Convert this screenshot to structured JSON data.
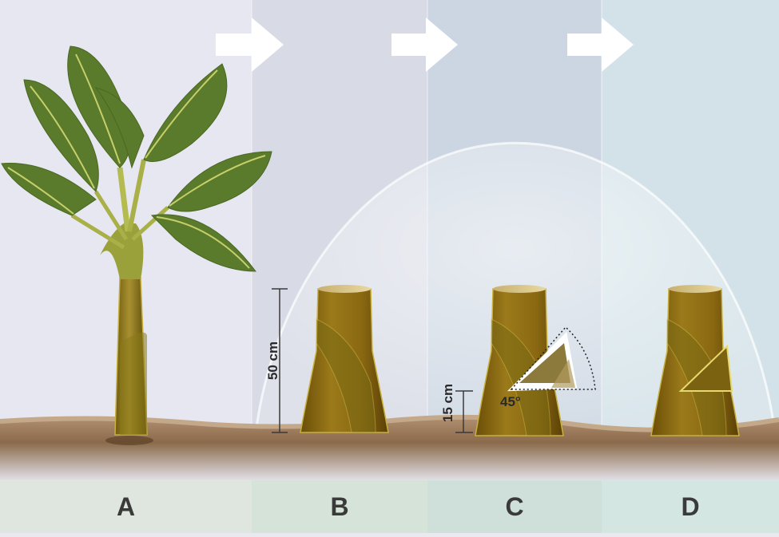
{
  "panels": [
    {
      "label": "A"
    },
    {
      "label": "B"
    },
    {
      "label": "C"
    },
    {
      "label": "D"
    }
  ],
  "measurements": {
    "stump_height": "50 cm",
    "cut_height": "15 cm",
    "cut_angle": "45°"
  },
  "colors": {
    "leaf": "#5a7a2c",
    "stem": "#8a6a14",
    "soil": "#9a7a5a",
    "sky_a": "#e4e5ee",
    "sky_d": "#d3e2e8",
    "label_band": "#d6e3d8"
  }
}
